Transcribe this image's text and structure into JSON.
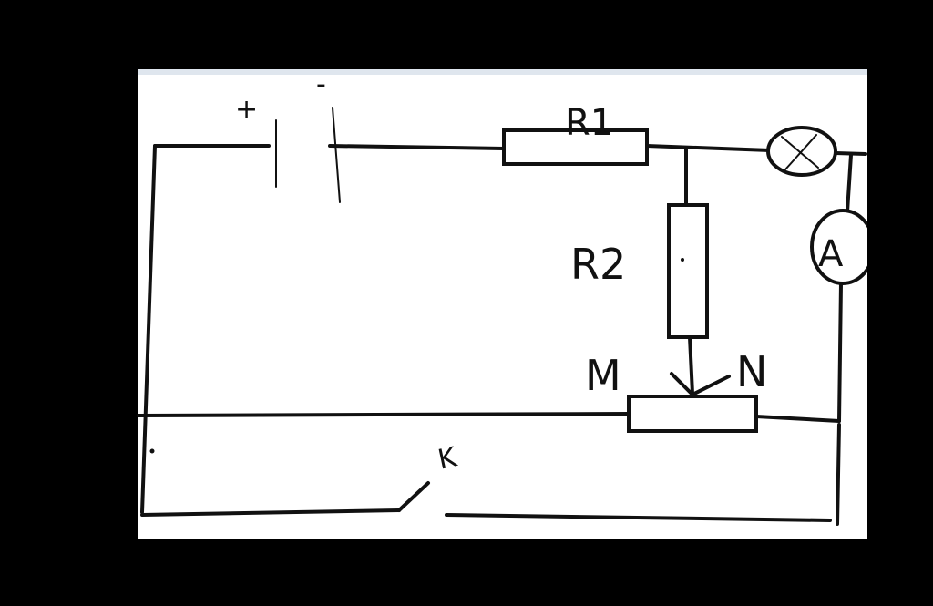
{
  "diagram": {
    "background_color": "#000000",
    "canvas_color": "#ffffff",
    "ink_color": "#111111",
    "labels": {
      "r1": "R1",
      "r2": "R2",
      "m": "M",
      "n": "N",
      "battery_plus": "+",
      "battery_minus": "-",
      "switch": "K",
      "ammeter": "A"
    },
    "components": [
      {
        "name": "battery",
        "label_ref": "battery_plus"
      },
      {
        "name": "resistor-r1",
        "label_ref": "r1"
      },
      {
        "name": "resistor-r2",
        "label_ref": "r2"
      },
      {
        "name": "lamp"
      },
      {
        "name": "ammeter",
        "label_ref": "ammeter"
      },
      {
        "name": "rheostat",
        "terminals": [
          "M",
          "N"
        ]
      },
      {
        "name": "switch",
        "label_ref": "switch",
        "state": "open"
      }
    ]
  }
}
